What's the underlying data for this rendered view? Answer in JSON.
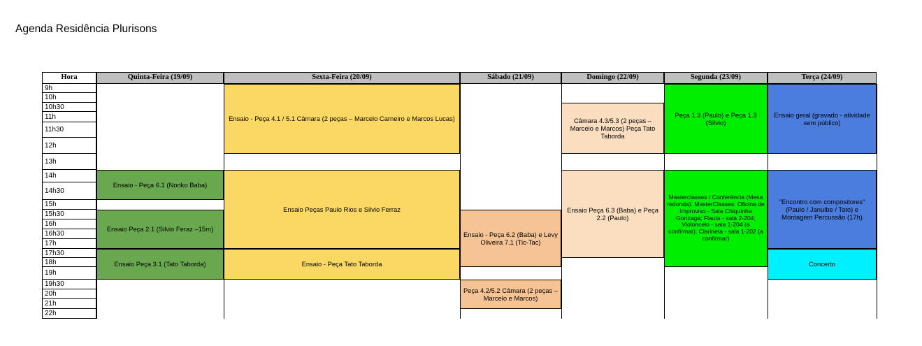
{
  "page": {
    "title": "Agenda Residência Plurisons"
  },
  "colors": {
    "header_bg": "#bfbfbf",
    "green": "#6aa84f",
    "yellow": "#fad863",
    "peach_light": "#fbddc0",
    "peach_dark": "#f6c494",
    "bright_green": "#00ee00",
    "blue": "#4a7ddd",
    "cyan": "#00f0ff",
    "border": "#000000",
    "page_bg": "#ffffff"
  },
  "table": {
    "hour_column_header": "Hora",
    "day_headers": [
      {
        "label": "Quinta-Feira (19/09)"
      },
      {
        "label": "Sexta-Feira (20/09)"
      },
      {
        "label": "Sábado (21/09)"
      },
      {
        "label": "Domingo (22/09)"
      },
      {
        "label": "Segunda (23/09)"
      },
      {
        "label": "Terça (24/09)"
      }
    ],
    "hours": [
      "9h",
      "10h",
      "10h30",
      "11h",
      "11h30",
      "12h",
      "13h",
      "14h",
      "14h30",
      "15h",
      "15h30",
      "16h",
      "16h30",
      "17h",
      "17h30",
      "18h",
      "19h",
      "19h30",
      "20h",
      "21h",
      "22h"
    ],
    "events": [
      {
        "id": "sexta-ensaio-41-51",
        "day": "Sexta-Feira (20/09)",
        "text": "Ensaio - Peça 4.1 / 5.1 Câmara (2 peças – Marcelo Carneiro e Marcos Lucas)",
        "color": "#fad863",
        "start_hour": "9h",
        "end_hour": "13h"
      },
      {
        "id": "domingo-camara-43-53",
        "day": "Domingo (22/09)",
        "text": "Câmara 4.3/5.3 (2 peças – Marcelo e Marcos) Peça Tato Taborda",
        "color": "#fbddc0",
        "start_hour": "10h30",
        "end_hour": "13h"
      },
      {
        "id": "segunda-peca-13",
        "day": "Segunda (23/09)",
        "text": "Peça 1.3 (Paulo) e Peça 1.3 (Silvio)",
        "color": "#00ee00",
        "start_hour": "9h",
        "end_hour": "13h"
      },
      {
        "id": "terca-ensaio-geral",
        "day": "Terça (24/09)",
        "text": "Ensaio geral (gravado - atividade sem público)",
        "color": "#4a7ddd",
        "start_hour": "9h",
        "end_hour": "13h"
      },
      {
        "id": "quinta-ensaio-61",
        "day": "Quinta-Feira (19/09)",
        "text": "Ensaio - Peça 6.1 (Noriko Baba)",
        "color": "#6aa84f",
        "start_hour": "14h",
        "end_hour": "15h"
      },
      {
        "id": "quinta-ensaio-21",
        "day": "Quinta-Feira (19/09)",
        "text": "Ensaio Peça 2.1 (Silvio Feraz –15m)",
        "color": "#6aa84f",
        "start_hour": "15h30",
        "end_hour": "17h30"
      },
      {
        "id": "quinta-ensaio-31",
        "day": "Quinta-Feira (19/09)",
        "text": "Ensaio Peça 3.1 (Tato Taborda)",
        "color": "#6aa84f",
        "start_hour": "17h30",
        "end_hour": "19h30"
      },
      {
        "id": "sexta-ensaio-paulo-silvio",
        "day": "Sexta-Feira (20/09)",
        "text": "Ensaio Peças Paulo Rios e Silvio Ferraz",
        "color": "#fad863",
        "start_hour": "14h",
        "end_hour": "17h30"
      },
      {
        "id": "sexta-ensaio-tato",
        "day": "Sexta-Feira (20/09)",
        "text": "Ensaio - Peça Tato Taborda",
        "color": "#fad863",
        "start_hour": "17h30",
        "end_hour": "19h30"
      },
      {
        "id": "sabado-ensaio-62-71",
        "day": "Sábado (21/09)",
        "text": "Ensaio - Peça 6.2 (Baba) e Levy Oliveira 7.1 (Tic-Tac)",
        "color": "#f6c494",
        "start_hour": "15h30",
        "end_hour": "19h"
      },
      {
        "id": "sabado-peca-42-52",
        "day": "Sábado (21/09)",
        "text": "Peça 4.2/5.2 Câmara (2 peças – Marcelo e Marcos)",
        "color": "#f6c494",
        "start_hour": "19h30",
        "end_hour": "22h"
      },
      {
        "id": "domingo-ensaio-63-22",
        "day": "Domingo (22/09)",
        "text": "Ensaio Peça 6.3 (Baba) e Peça 2.2 (Paulo)",
        "color": "#fbddc0",
        "start_hour": "14h",
        "end_hour": "18h"
      },
      {
        "id": "segunda-masterclasses",
        "day": "Segunda (23/09)",
        "text": "Masterclasses / Conferência (Mesa redonda). MasterClasses: Oficina de Improviso - Sala Chiquinha Gonzaga; Flauta - sala 2-204; Violoncelo - sala 1-204 (a confirmar); Clarineta - sala 1-202 (a confirmar)",
        "color": "#00ee00",
        "start_hour": "14h",
        "end_hour": "19h"
      },
      {
        "id": "terca-encontro-compositores",
        "day": "Terça (24/09)",
        "text": "\"Encontro com compositores\" (Paulo / Januibe / Tato) e Montagem Percussão (17h)",
        "color": "#4a7ddd",
        "start_hour": "14h",
        "end_hour": "17h30"
      },
      {
        "id": "terca-concerto",
        "day": "Terça (24/09)",
        "text": "Concerto",
        "color": "#00f0ff",
        "start_hour": "17h30",
        "end_hour": "19h30"
      }
    ]
  }
}
